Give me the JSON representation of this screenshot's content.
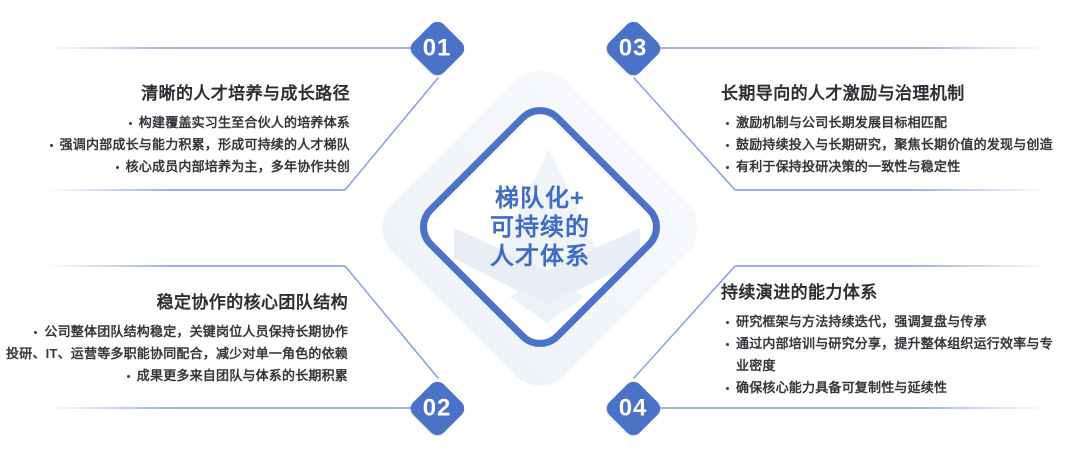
{
  "center": {
    "title_lines": [
      "梯队化+",
      "可持续的",
      "人才体系"
    ]
  },
  "sections": {
    "top_left": {
      "number": "01",
      "title": "清晰的人才培养与成长路径",
      "bullets": [
        "构建覆盖实习生至合伙人的培养体系",
        "强调内部成长与能力积累，形成可持续的人才梯队",
        "核心成员内部培养为主，多年协作共创"
      ]
    },
    "bottom_left": {
      "number": "02",
      "title": "稳定协作的核心团队结构",
      "bullets": [
        "公司整体团队结构稳定，关键岗位人员保持长期协作",
        "投研、IT、运营等多职能协同配合，减少对单一角色的依赖",
        "成果更多来自团队与体系的长期积累"
      ]
    },
    "top_right": {
      "number": "03",
      "title": "长期导向的人才激励与治理机制",
      "bullets": [
        "激励机制与公司长期发展目标相匹配",
        "鼓励持续投入与长期研究，聚焦长期价值的发现与创造",
        "有利于保持投研决策的一致性与稳定性"
      ]
    },
    "bottom_right": {
      "number": "04",
      "title": "持续演进的能力体系",
      "bullets": [
        "研究框架与方法持续迭代，强调复盘与传承",
        "通过内部培训与研究分享，提升整体组织运行效率与专业密度",
        "确保核心能力具备可复制性与延续性"
      ]
    }
  },
  "colors": {
    "accent_blue": "#4a72c6",
    "connector_line_blue": "#7e9ad8",
    "center_text_blue": "#3f6cc4",
    "heading_text": "#2b2e33",
    "body_text": "#33363b",
    "outer_diamond_fill": "#f2f5fa",
    "watermark_gray": "#edf0f6",
    "badge_number_text": "#ffffff"
  }
}
